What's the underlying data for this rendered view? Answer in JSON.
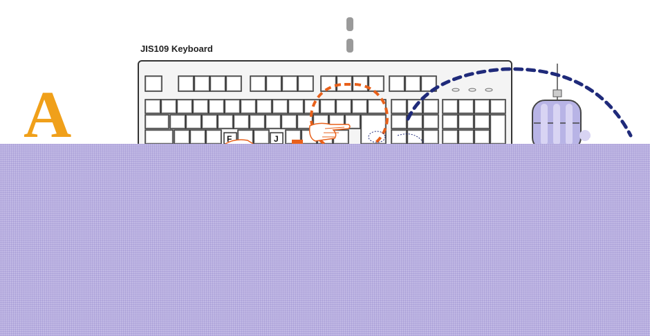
{
  "title": "JIS109 Keyboard",
  "big_letter": "A",
  "key_labels": {
    "f": "F",
    "j": "J"
  },
  "colors": {
    "accent_orange": "#f0a01a",
    "finger_orange": "#e8601a",
    "mouse_path": "#1f2a7a",
    "overlay": "#b9b0e0",
    "mouse_body": "#b8b4e6",
    "outline": "#333333"
  },
  "icons": [
    "pointing-hand-icon",
    "mouse-icon",
    "orbit-arrow"
  ]
}
